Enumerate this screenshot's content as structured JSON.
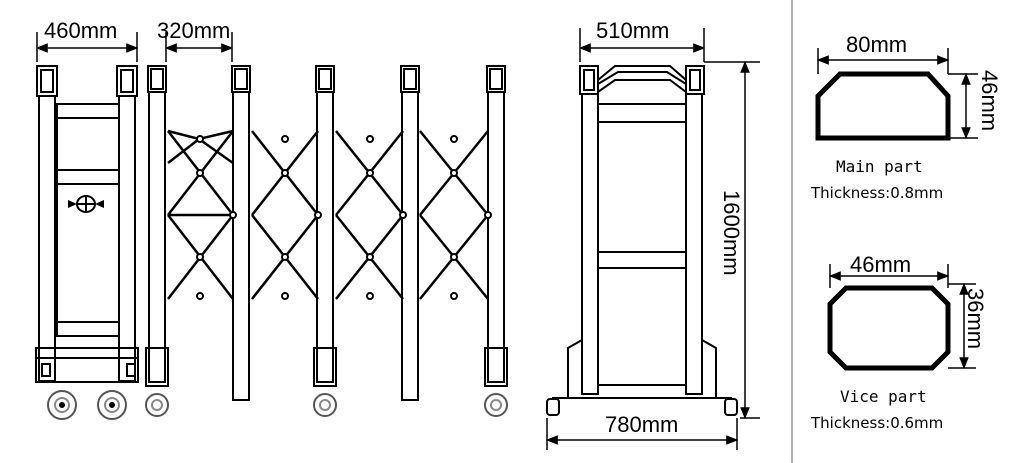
{
  "dimensions": {
    "front_panel_width": "460mm",
    "section_spacing": "320mm",
    "side_top_width": "510mm",
    "side_height": "1600mm",
    "side_base_width": "780mm"
  },
  "profiles": [
    {
      "title": "Main part",
      "thickness": "Thickness:0.8mm",
      "width": "80mm",
      "height": "46mm"
    },
    {
      "title": "Vice part",
      "thickness": "Thickness:0.6mm",
      "width": "46mm",
      "height": "36mm"
    }
  ],
  "colors": {
    "line": "#000000",
    "divider": "#b0b0b0",
    "wheel": "#888888"
  }
}
